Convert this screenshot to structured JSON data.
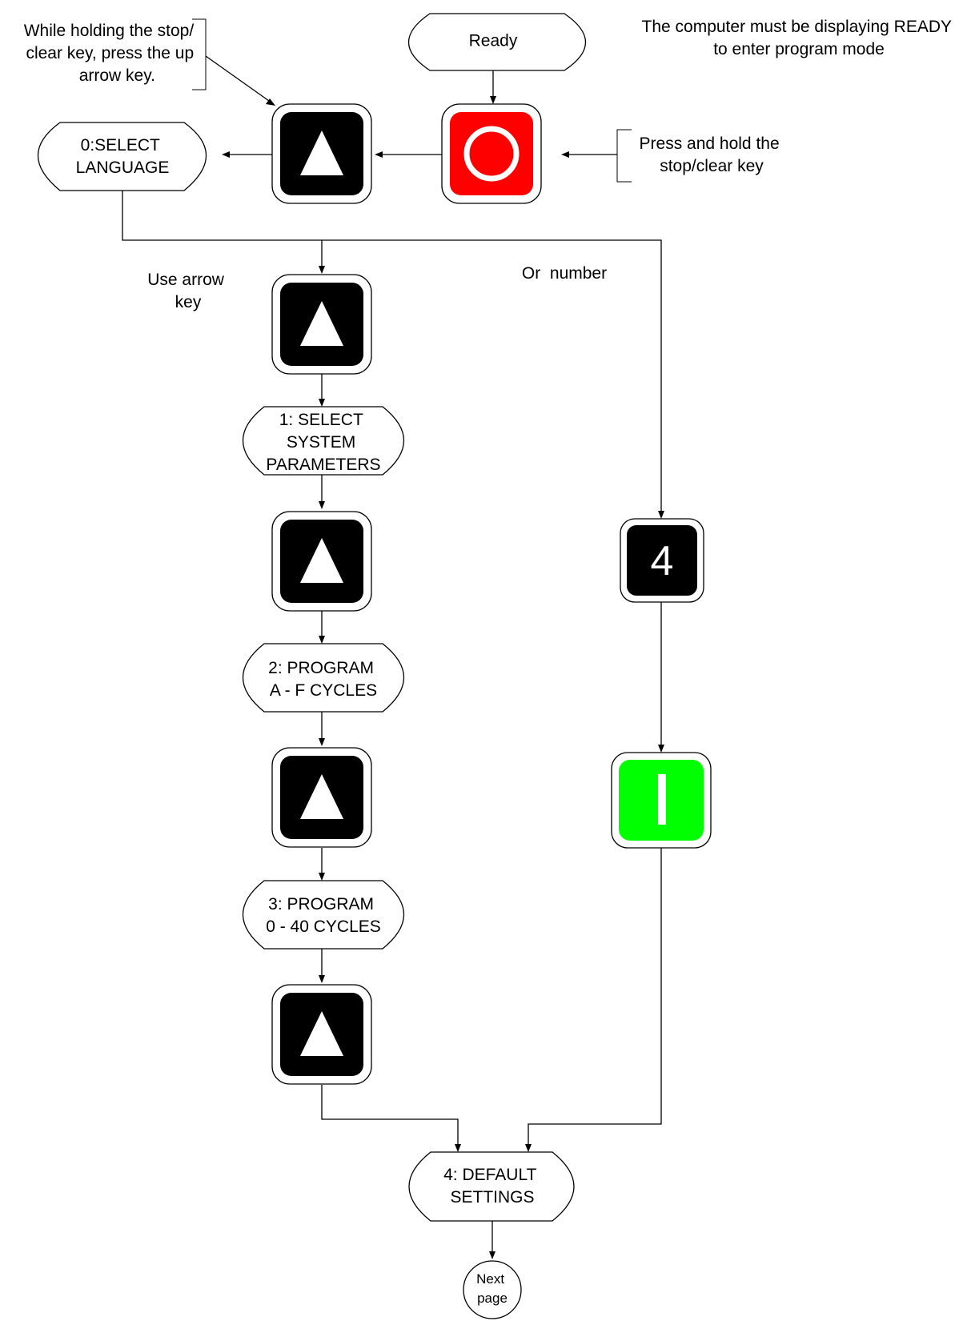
{
  "nodes": {
    "ready": {
      "lines": [
        "Ready"
      ]
    },
    "select_language": {
      "lines": [
        "0:SELECT",
        "LANGUAGE"
      ]
    },
    "system_parameters": {
      "lines": [
        "1: SELECT",
        "SYSTEM",
        "PARAMETERS"
      ]
    },
    "program_a_f": {
      "lines": [
        "2: PROGRAM",
        "A - F CYCLES"
      ]
    },
    "program_0_40": {
      "lines": [
        "3: PROGRAM",
        "0 - 40 CYCLES"
      ]
    },
    "default_settings": {
      "lines": [
        "4: DEFAULT",
        "SETTINGS"
      ]
    },
    "next_page": {
      "lines": [
        "Next",
        "page"
      ]
    }
  },
  "keys": {
    "stop_clear": {
      "icon": "circle-stop-icon",
      "color": "#ff0000"
    },
    "up_arrow": {
      "icon": "up-triangle-icon",
      "color": "#000000"
    },
    "number_four": {
      "label": "4",
      "color": "#000000"
    },
    "start": {
      "icon": "vertical-bar-icon",
      "color": "#00ff00"
    }
  },
  "annotations": {
    "computer_ready": [
      "The computer must be displaying READY",
      "to enter program mode"
    ],
    "hold_stop": [
      "Press and hold the",
      "stop/clear key"
    ],
    "holding_press_up": [
      "While holding the stop/",
      "clear key, press the up",
      "arrow key."
    ],
    "use_arrow": [
      "Use arrow",
      "key"
    ],
    "or_number": [
      "Or  number"
    ]
  }
}
